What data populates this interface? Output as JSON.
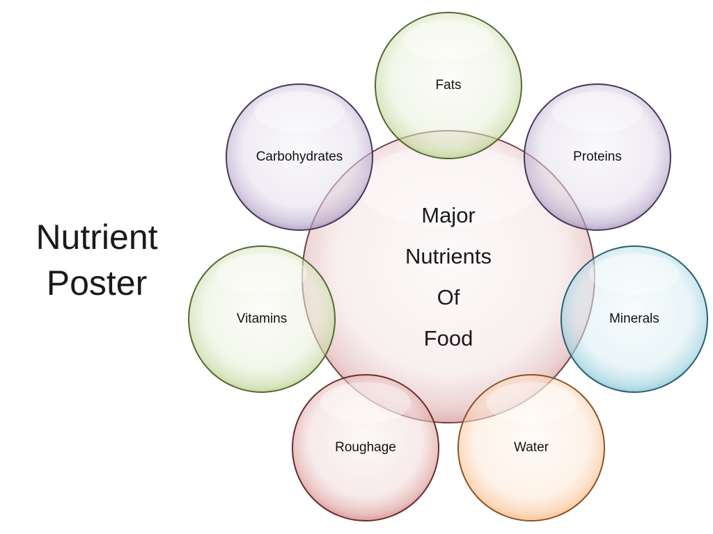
{
  "title": {
    "line1": "Nutrient",
    "line2": "Poster"
  },
  "center": {
    "lines": [
      "Major",
      "Nutrients",
      "Of",
      "Food"
    ],
    "color": "#c9787a"
  },
  "nodes": [
    {
      "id": "fats",
      "label": "Fats",
      "color": "#9bbb59"
    },
    {
      "id": "proteins",
      "label": "Proteins",
      "color": "#8064a2"
    },
    {
      "id": "minerals",
      "label": "Minerals",
      "color": "#4bacc6"
    },
    {
      "id": "water",
      "label": "Water",
      "color": "#f79646"
    },
    {
      "id": "roughage",
      "label": "Roughage",
      "color": "#c0504d"
    },
    {
      "id": "vitamins",
      "label": "Vitamins",
      "color": "#9bbb59"
    },
    {
      "id": "carbohydrates",
      "label": "Carbohydrates",
      "color": "#8064a2"
    }
  ]
}
